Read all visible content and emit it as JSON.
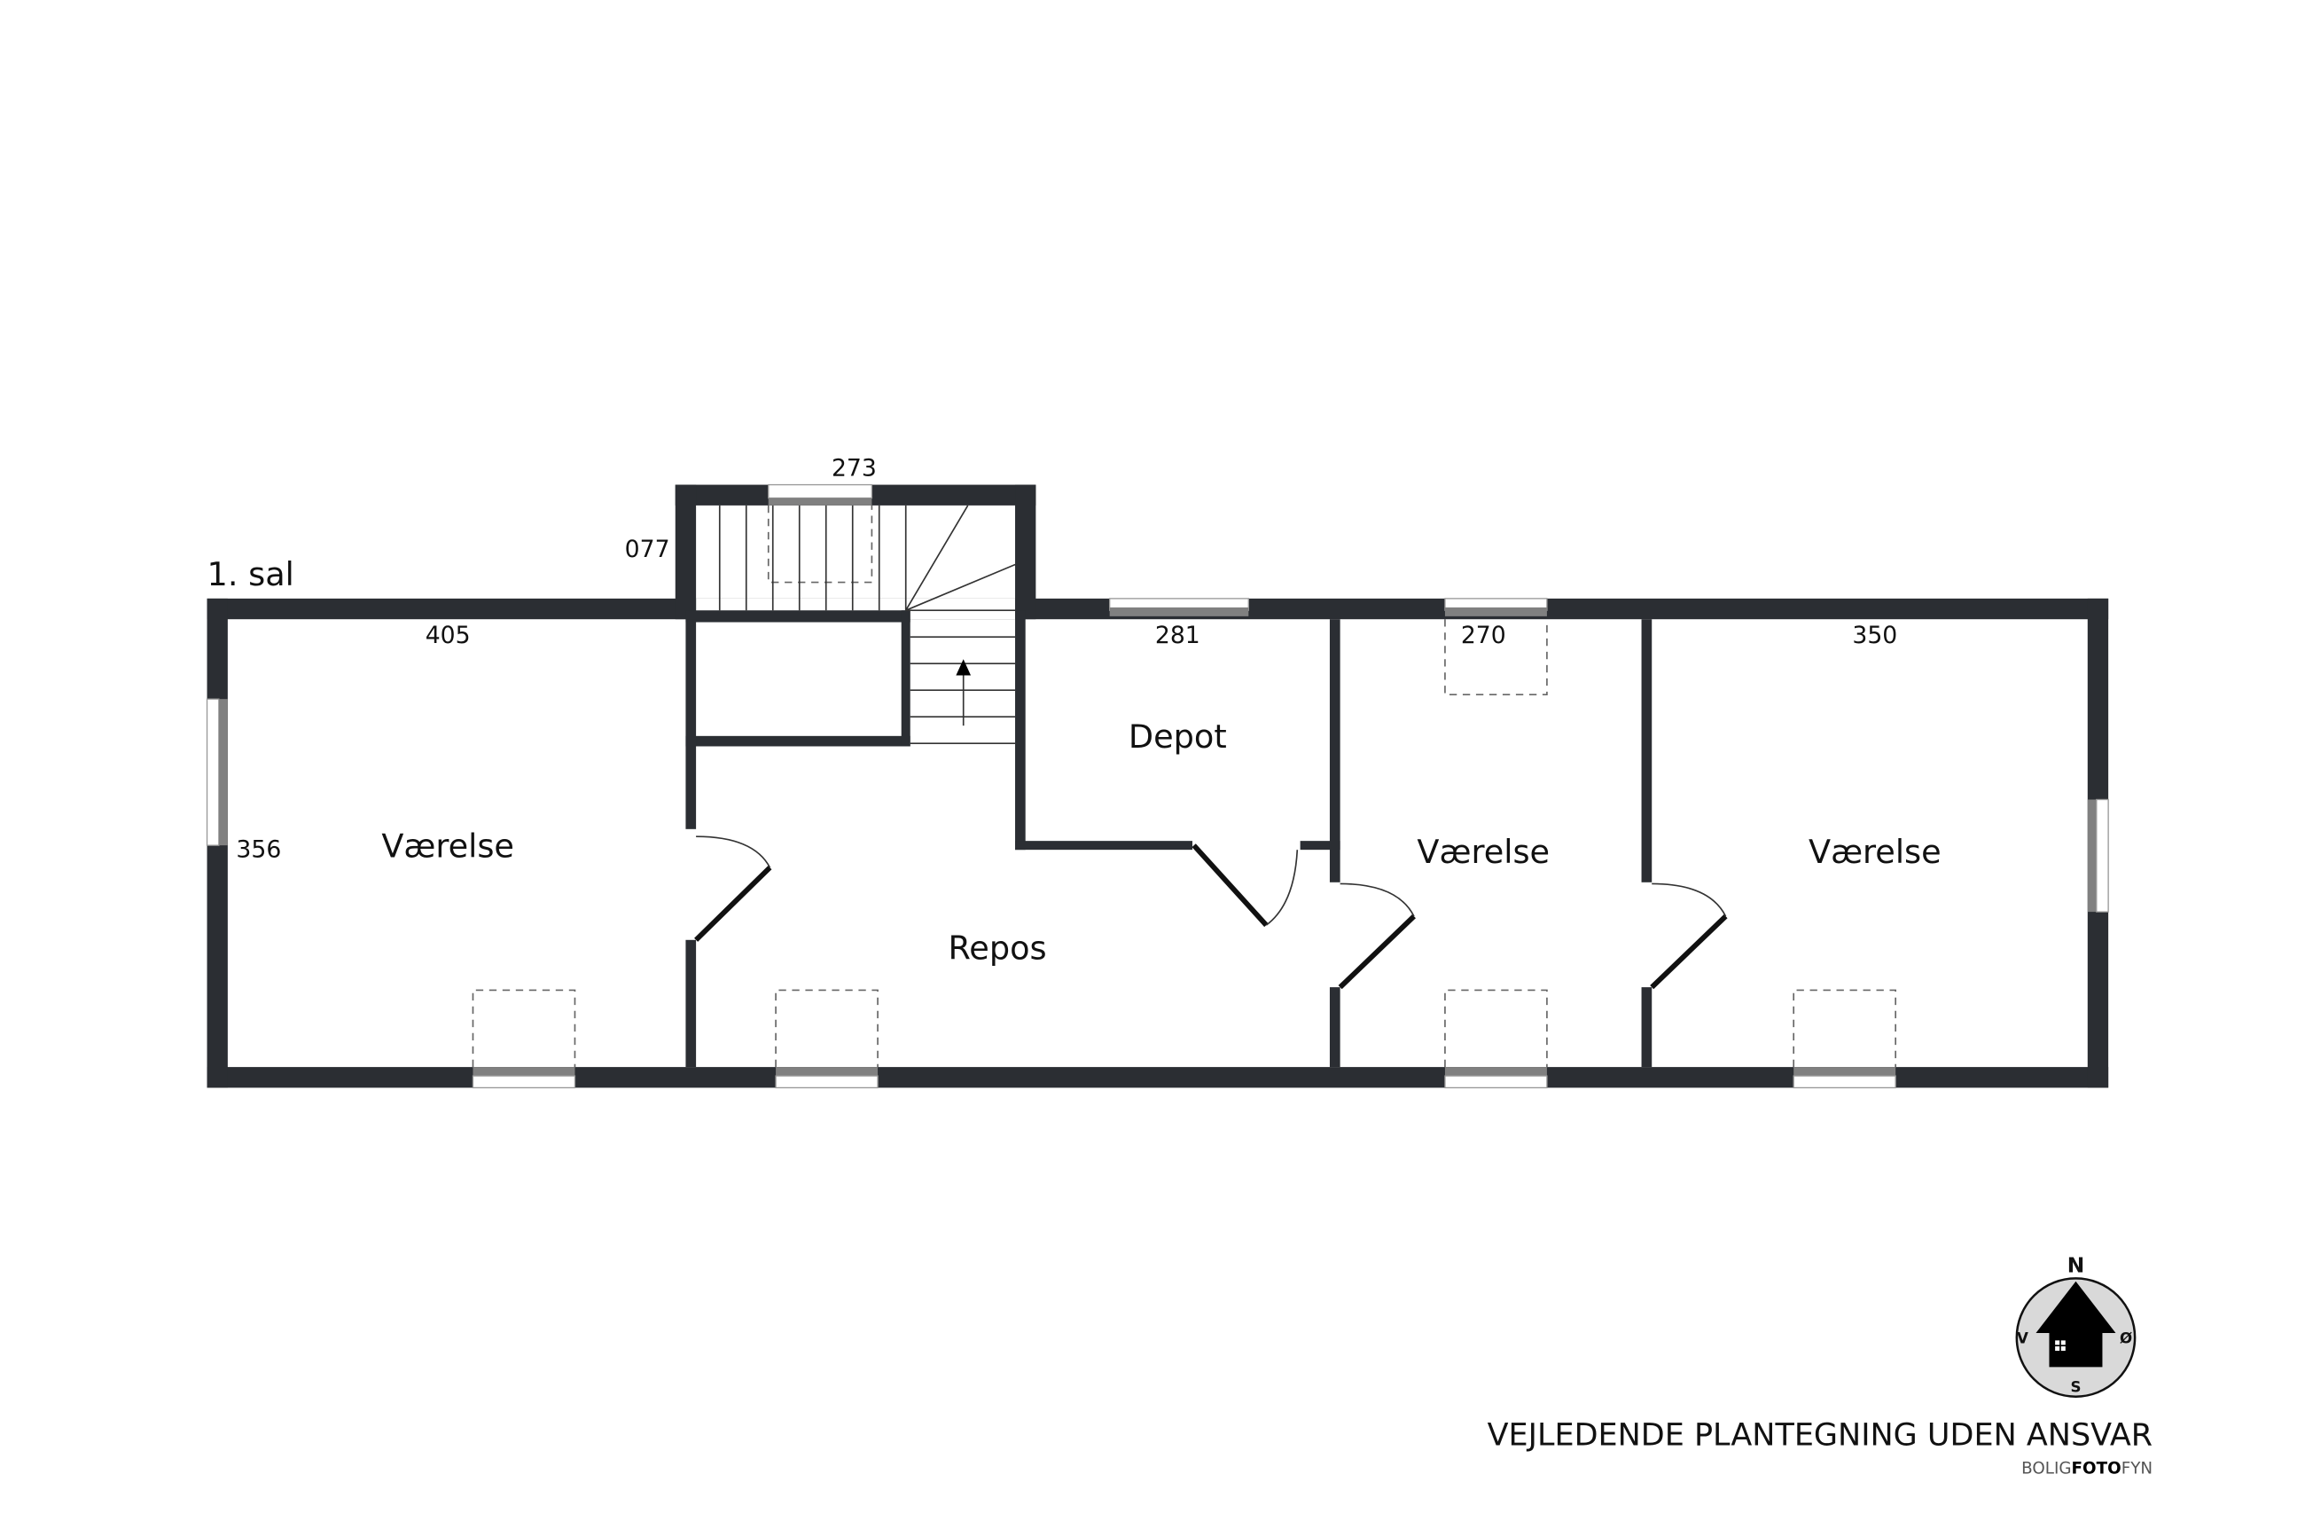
{
  "floor_label": "1. sal",
  "dimensions": {
    "stair_top": "273",
    "stair_side": "077",
    "left_room_width": "405",
    "left_room_height": "356",
    "depot_width": "281",
    "middle_room_width": "270",
    "right_room_width": "350"
  },
  "rooms": {
    "left": "Værelse",
    "landing": "Repos",
    "depot": "Depot",
    "middle": "Værelse",
    "right": "Værelse"
  },
  "compass": {
    "north": "N",
    "south": "S",
    "west": "V",
    "east": "Ø"
  },
  "disclaimer": "VEJLEDENDE PLANTEGNING UDEN ANSVAR",
  "brand": {
    "part1": "BOLIG",
    "part2": "FOTO",
    "part3": "FYN"
  },
  "colors": {
    "wall": "#2b2e33",
    "window": "#808080",
    "compass_bg": "#d9d9d9"
  }
}
